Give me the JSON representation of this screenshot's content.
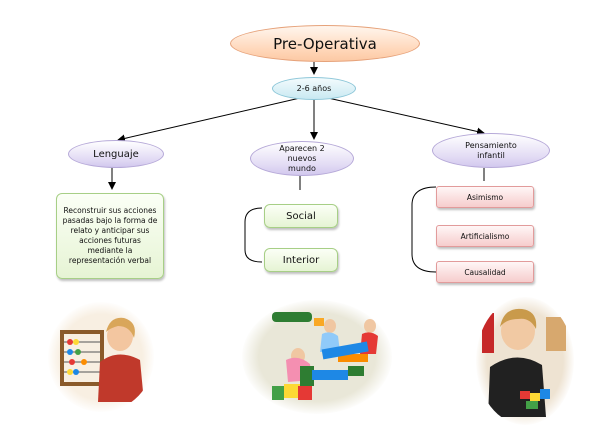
{
  "title": "Pre-Operativa",
  "age": "2-6 años",
  "branches": {
    "lenguaje": {
      "label": "Lenguaje",
      "description": "Reconstruir sus acciones pasadas bajo la forma de relato y anticipar sus acciones futuras mediante la representación verbal"
    },
    "mundo": {
      "label": "Aparecen 2 nuevos mundo",
      "items": [
        "Social",
        "Interior"
      ]
    },
    "pensamiento": {
      "label": "Pensamiento infantil",
      "items": [
        "Asimismo",
        "Artificialismo",
        "Causalidad"
      ]
    }
  },
  "colors": {
    "title_fill": "#ffd6b8",
    "age_fill": "#c9e9f2",
    "branch_fill": "#e2dbf4",
    "green_box": "#e6f4d4",
    "pink_box": "#f6cdcd"
  },
  "photos": [
    "child-with-abacus-photo",
    "children-playing-blocks-photo",
    "boy-with-blocks-photo"
  ]
}
